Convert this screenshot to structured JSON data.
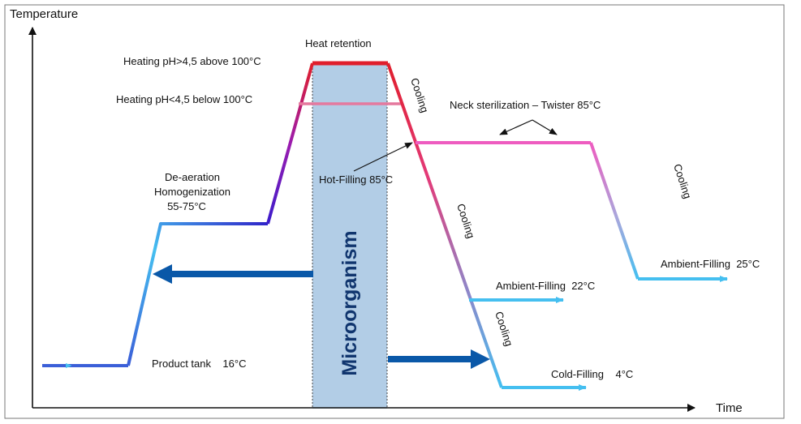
{
  "axes": {
    "y_label": "Temperature",
    "x_label": "Time"
  },
  "labels": {
    "heat_retention": "Heat retention",
    "heating_above": "Heating pH>4,5 above 100°C",
    "heating_below": "Heating pH<4,5 below 100°C",
    "deaeration_1": "De-aeration",
    "deaeration_2": "Homogenization",
    "deaeration_3": "55-75°C",
    "product_tank": "Product tank    16°C",
    "hot_filling": "Hot-Filling 85°C",
    "neck_sterilization": "Neck sterilization – Twister 85°C",
    "cooling_1": "Cooling",
    "cooling_2": "Cooling",
    "cooling_3": "Cooling",
    "cooling_4": "Cooling",
    "ambient_22": "Ambient-Filling  22°C",
    "ambient_25": "Ambient-Filling  25°C",
    "cold_filling": "Cold-Filling    4°C",
    "microorganism": "Microorganism"
  },
  "colors": {
    "cold_blue": "#45bff0",
    "deep_blue": "#3b5fd8",
    "purple": "#2f23c8",
    "hot_red": "#e01e2c",
    "pink": "#ee5cc0",
    "band_fill": "#b2cde6",
    "dark_arrow": "#0a58a8"
  }
}
